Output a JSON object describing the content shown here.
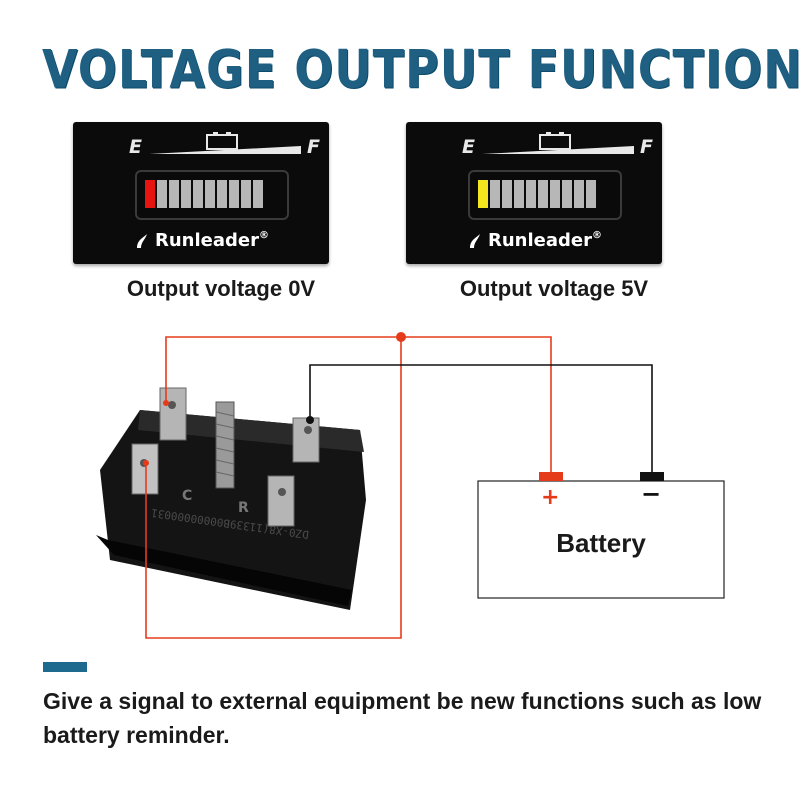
{
  "title": "VOLTAGE OUTPUT FUNCTION",
  "gauges": [
    {
      "empty_label": "E",
      "full_label": "F",
      "brand": "Runleader",
      "registered_mark": "®",
      "caption": "Output voltage 0V",
      "active_bar_color": "#e8140f",
      "active_bars": 1,
      "total_bars": 10
    },
    {
      "empty_label": "E",
      "full_label": "F",
      "brand": "Runleader",
      "registered_mark": "®",
      "caption": "Output voltage 5V",
      "active_bar_color": "#f3e51e",
      "active_bars": 1,
      "total_bars": 10
    }
  ],
  "device": {
    "terminal_labels": [
      "C",
      "R"
    ],
    "serial_text": "DZ0-X8(11339B00000000031"
  },
  "battery": {
    "label": "Battery",
    "positive_symbol": "+",
    "negative_symbol": "−"
  },
  "colors": {
    "title": "#1e5f82",
    "positive_wire": "#e63b1b",
    "negative_wire": "#111111",
    "accent": "#1e6a8e"
  },
  "description": "Give a signal to external equipment be new functions such as low battery reminder."
}
